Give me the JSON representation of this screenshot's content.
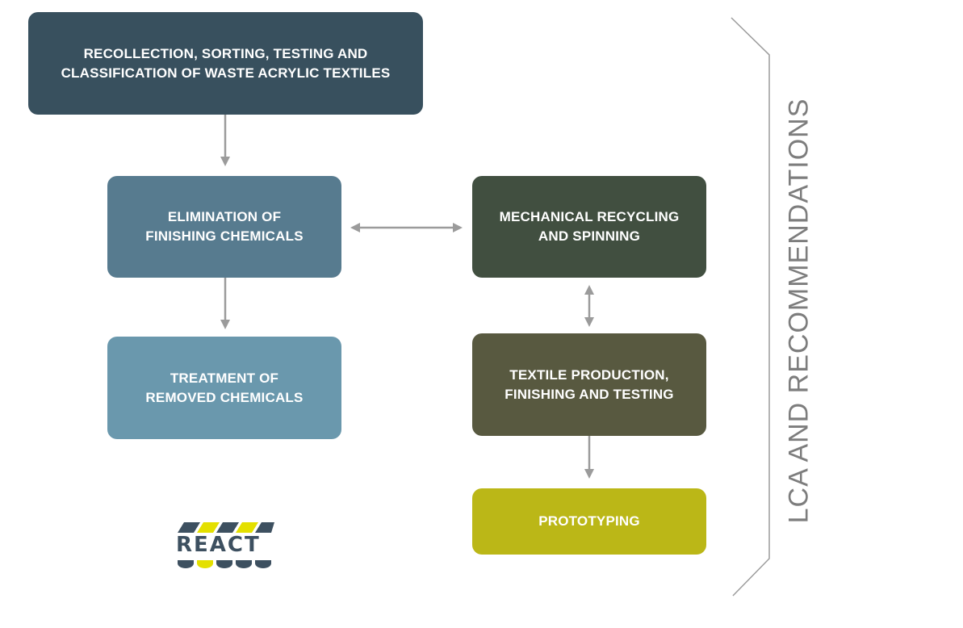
{
  "boxes": {
    "recollection": {
      "label": "RECOLLECTION, SORTING, TESTING AND\nCLASSIFICATION OF WASTE ACRYLIC TEXTILES",
      "color": "#38505e"
    },
    "elimination": {
      "label": "ELIMINATION OF\nFINISHING CHEMICALS",
      "color": "#577b8f"
    },
    "treatment": {
      "label": "TREATMENT OF\nREMOVED CHEMICALS",
      "color": "#6a98ad"
    },
    "mechanical": {
      "label": "MECHANICAL RECYCLING\nAND SPINNING",
      "color": "#414f40"
    },
    "textile": {
      "label": "TEXTILE PRODUCTION,\nFINISHING AND TESTING",
      "color": "#585940"
    },
    "prototyping": {
      "label": "PROTOTYPING",
      "color": "#bbb717"
    }
  },
  "side_label": "LCA AND RECOMMENDATIONS",
  "logo": {
    "text": "REACT",
    "stripe_colors": [
      "#3d5060",
      "#e4e000"
    ]
  },
  "arrow_color": "#9b9b9b",
  "bracket_color": "#9b9b9b"
}
